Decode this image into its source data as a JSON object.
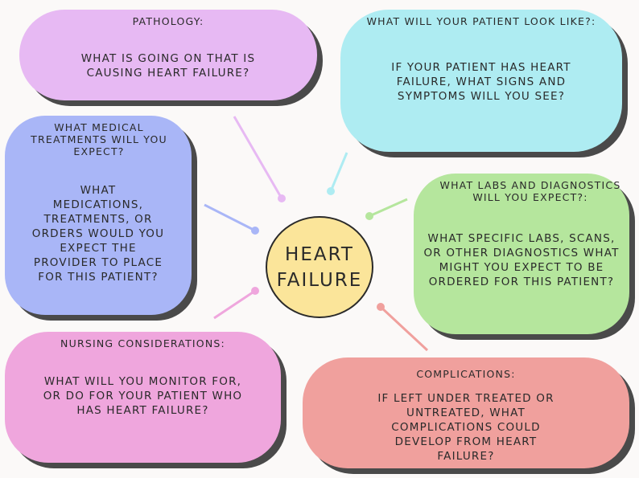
{
  "center": {
    "label": "HEART\nFAILURE",
    "color": "#fbe59a"
  },
  "cards": {
    "pathology": {
      "title": "PATHOLOGY:",
      "body": "WHAT IS GOING ON THAT IS\nCAUSING HEART FAILURE?",
      "color": "#e7b9f3"
    },
    "appearance": {
      "title": "WHAT WILL YOUR PATIENT LOOK LIKE?:",
      "body": "IF YOUR PATIENT HAS HEART\nFAILURE, WHAT SIGNS AND\nSYMPTOMS WILL YOU SEE?",
      "color": "#aeecf2"
    },
    "treatments": {
      "title": "WHAT MEDICAL\nTREATMENTS WILL YOU\nEXPECT?",
      "body": "WHAT\nMEDICATIONS,\nTREATMENTS, OR\nORDERS WOULD YOU\nEXPECT THE\nPROVIDER TO PLACE\nFOR THIS PATIENT?",
      "color": "#a9b6f7"
    },
    "labs": {
      "title": "WHAT LABS AND DIAGNOSTICS\nWILL YOU EXPECT?:",
      "body": "WHAT SPECIFIC LABS, SCANS,\nOR OTHER DIAGNOSTICS WHAT\nMIGHT YOU EXPECT TO BE\nORDERED FOR THIS PATIENT?",
      "color": "#b5e69d"
    },
    "nursing": {
      "title": "NURSING CONSIDERATIONS:",
      "body": "WHAT WILL YOU MONITOR FOR,\nOR DO FOR YOUR PATIENT WHO\nHAS HEART FAILURE?",
      "color": "#efa6dd"
    },
    "complications": {
      "title": "COMPLICATIONS:",
      "body": "IF LEFT UNDER TREATED OR\nUNTREATED, WHAT\nCOMPLICATIONS COULD\nDEVELOP FROM HEART\nFAILURE?",
      "color": "#f0a09d"
    }
  },
  "connectors": [
    {
      "id": "pathology",
      "color": "#e7b9f3"
    },
    {
      "id": "appearance",
      "color": "#aeecf2"
    },
    {
      "id": "treatments",
      "color": "#a9b6f7"
    },
    {
      "id": "labs",
      "color": "#b5e69d"
    },
    {
      "id": "nursing",
      "color": "#efa6dd"
    },
    {
      "id": "complications",
      "color": "#f0a09d"
    }
  ]
}
